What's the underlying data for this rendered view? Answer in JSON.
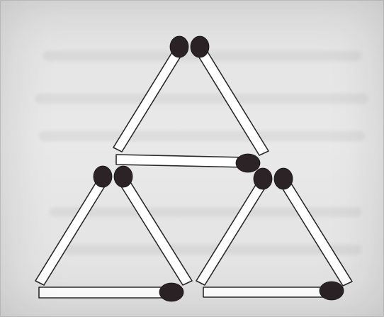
{
  "puzzle": {
    "kind": "matchstick-puzzle",
    "match_count": 9,
    "triangle_count": 3,
    "colors": {
      "background": "#e6e6e6",
      "stick_fill": "#ffffff",
      "stick_outline": "#2a2a2a",
      "match_head": "#2b2325"
    }
  }
}
